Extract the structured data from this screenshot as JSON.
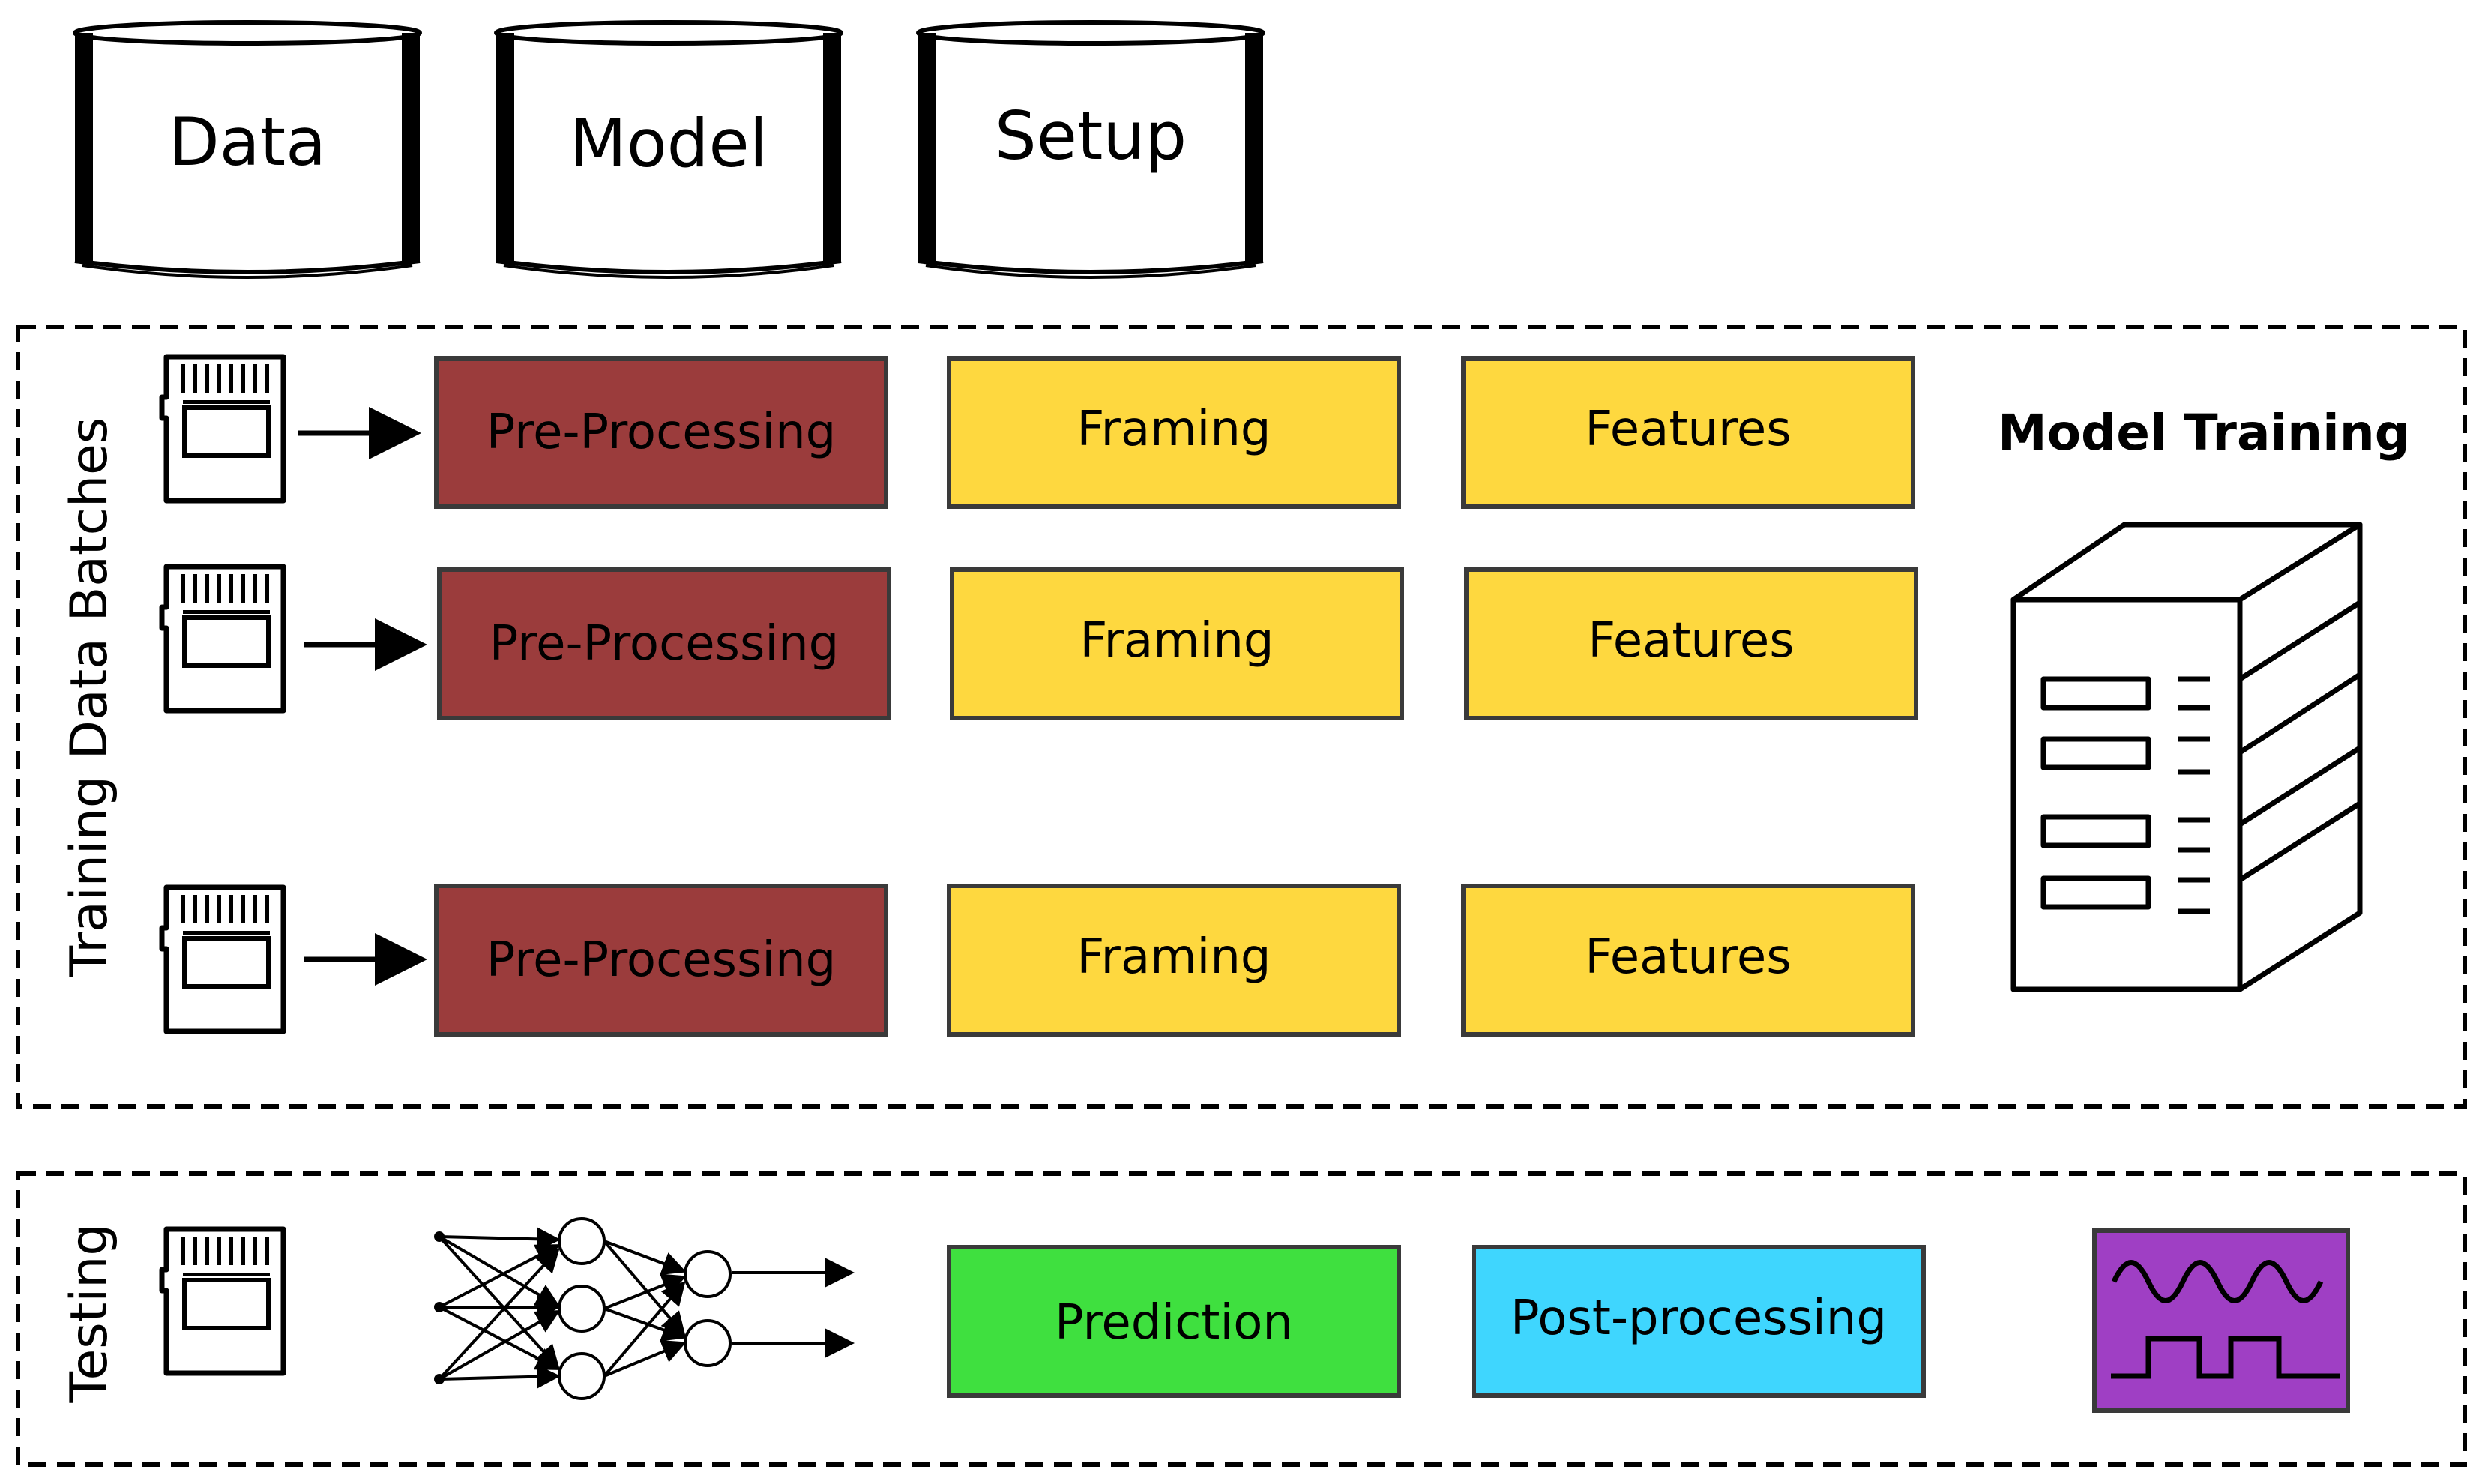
{
  "storage": {
    "data": "Data",
    "model": "Model",
    "setup": "Setup"
  },
  "training": {
    "side_label": "Training Data Batches",
    "title": "Model Training",
    "rows": [
      {
        "preprocessing": "Pre-Processing",
        "framing": "Framing",
        "features": "Features"
      },
      {
        "preprocessing": "Pre-Processing",
        "framing": "Framing",
        "features": "Features"
      },
      {
        "preprocessing": "Pre-Processing",
        "framing": "Framing",
        "features": "Features"
      }
    ]
  },
  "testing": {
    "side_label": "Testing",
    "prediction": "Prediction",
    "postprocessing": "Post-processing"
  },
  "colors": {
    "preprocessing": "#9b3c3c",
    "framing": "#fed83f",
    "features": "#fed83f",
    "prediction": "#3fe03f",
    "postprocessing": "#3fd6fe",
    "signal_panel": "#9f3fc4",
    "stroke": "#000000"
  },
  "icons": {
    "card": "sd-card-icon",
    "arrow": "arrow-right-icon",
    "server": "server-rack-icon",
    "network": "neural-network-icon",
    "signal": "signal-waveform-icon",
    "database": "database-cylinder-icon"
  }
}
